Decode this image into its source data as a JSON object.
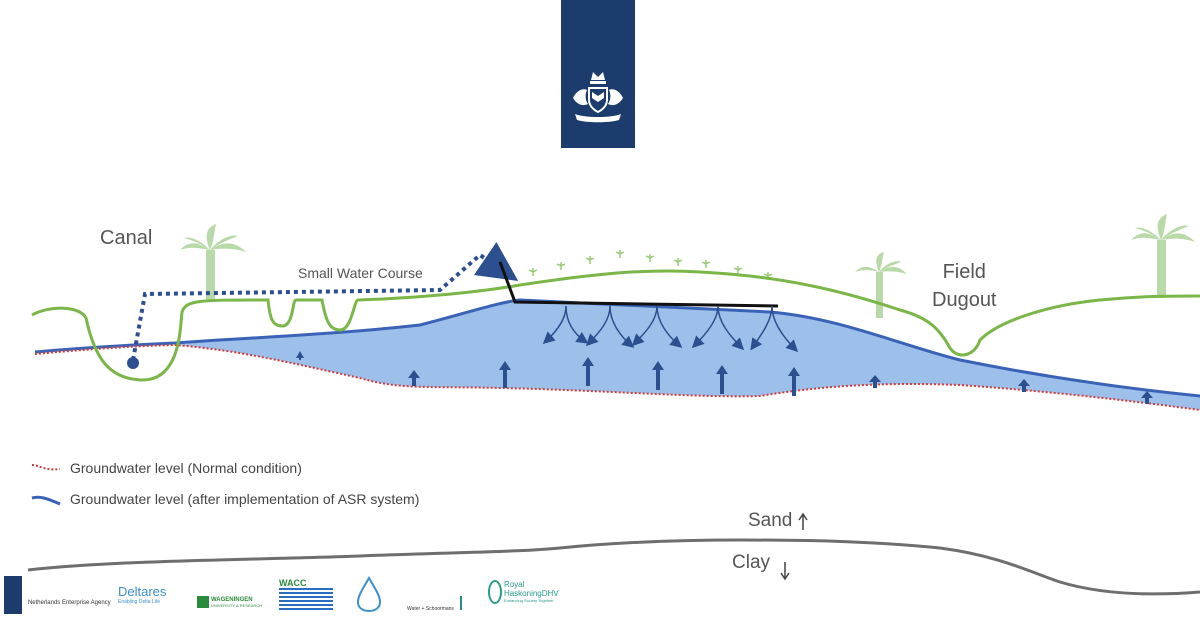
{
  "labels": {
    "canal": "Canal",
    "small_water_course": "Small Water Course",
    "field_dugout": "Field\nDugout",
    "sand": "Sand",
    "clay": "Clay"
  },
  "legend": [
    {
      "text": "Groundwater level (Normal condition)",
      "color": "#d23a3a",
      "style": "dotted"
    },
    {
      "text": "Groundwater level (after implementation of ASR system)",
      "color": "#3a63b8",
      "style": "solid"
    }
  ],
  "logos": {
    "rvo": "Netherlands Enterprise Agency",
    "deltares": "Deltares",
    "deltares_tag": "Enabling Delta Life",
    "wageningen": "WAGENINGEN",
    "wageningen_sub": "UNIVERSITY & RESEARCH",
    "wacc": "WACC",
    "water": "Water + Schoormans",
    "royal": "Royal",
    "haskoning": "HaskoningDHV",
    "haskoning_tag": "Enhancing Society Together"
  },
  "colors": {
    "banner": "#1b3c6c",
    "ground": "#7ab648",
    "aquifer_fill": "#9cc0ea",
    "groundwater_after": "#3a63b8",
    "groundwater_normal": "#d23a3a",
    "pipe": "#2c4f8f",
    "arrow": "#2c4f8f",
    "clay_line": "#6e6e6e",
    "palm": "#b8d9a8"
  }
}
